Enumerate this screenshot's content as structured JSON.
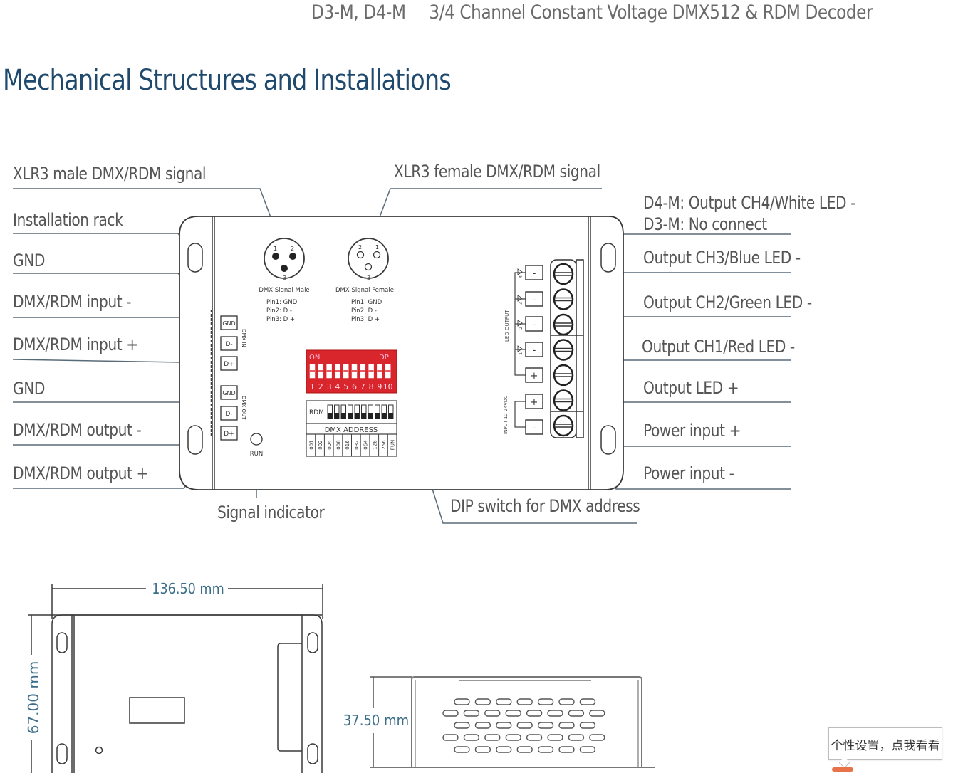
{
  "header": {
    "models": "D3-M, D4-M",
    "product": "3/4 Channel Constant Voltage DMX512 & RDM Decoder"
  },
  "section_title": "Mechanical Structures and Installations",
  "callouts_left": [
    "XLR3 male DMX/RDM signal",
    "Installation rack",
    "GND",
    "DMX/RDM input -",
    "DMX/RDM input +",
    "GND",
    "DMX/RDM output -",
    "DMX/RDM output +"
  ],
  "callout_top_center": "XLR3 female DMX/RDM signal",
  "callouts_right": [
    {
      "line1": "D4-M: Output CH4/White LED -",
      "line2": "D3-M: No connect"
    },
    {
      "line1": "Output CH3/Blue LED -"
    },
    {
      "line1": "Output CH2/Green LED -"
    },
    {
      "line1": "Output CH1/Red LED -"
    },
    {
      "line1": "Output LED +"
    },
    {
      "line1": "Power input +"
    },
    {
      "line1": "Power input -"
    }
  ],
  "callout_bottom_signal": "Signal indicator",
  "callout_bottom_dip": "DIP switch for DMX address",
  "device": {
    "xlr_male": {
      "label": "DMX Signal Male",
      "pins": [
        "Pin1: GND",
        "Pin2: D -",
        "Pin3: D +"
      ],
      "pin_numbers": [
        "1",
        "2",
        "3"
      ]
    },
    "xlr_female": {
      "label": "DMX Signal Female",
      "pins": [
        "Pin1: GND",
        "Pin2: D -",
        "Pin3: D +"
      ],
      "pin_numbers": [
        "2",
        "1",
        "3"
      ]
    },
    "dmx_in": {
      "label": "DMX IN",
      "terminals": [
        "GND",
        "D-",
        "D+"
      ]
    },
    "dmx_out": {
      "label": "DMX OUT",
      "terminals": [
        "GND",
        "D-",
        "D+"
      ]
    },
    "run_label": "RUN",
    "dip": {
      "on_label": "ON",
      "dp_label": "DP",
      "numbers": [
        "1",
        "2",
        "3",
        "4",
        "5",
        "6",
        "7",
        "8",
        "9",
        "10"
      ],
      "rdm_label": "RDM",
      "address_label": "DMX ADDRESS",
      "address_values": [
        "001",
        "002",
        "004",
        "008",
        "016",
        "032",
        "064",
        "128",
        "256",
        "FUN"
      ],
      "color": "#d9262c"
    },
    "led_output_label": "LED OUTPUT",
    "input_label": "INPUT 12-24VDC",
    "output_channels": [
      "4",
      "3",
      "2",
      "1"
    ],
    "terminal_signs": [
      "-",
      "-",
      "-",
      "-",
      "+",
      "+",
      "-"
    ]
  },
  "dimensions": {
    "width": "136.50 mm",
    "height": "67.00 mm",
    "depth": "37.50 mm"
  },
  "dimension_color": "#3c6e8a",
  "tooltip": {
    "text": "个性设置，点我看看"
  }
}
